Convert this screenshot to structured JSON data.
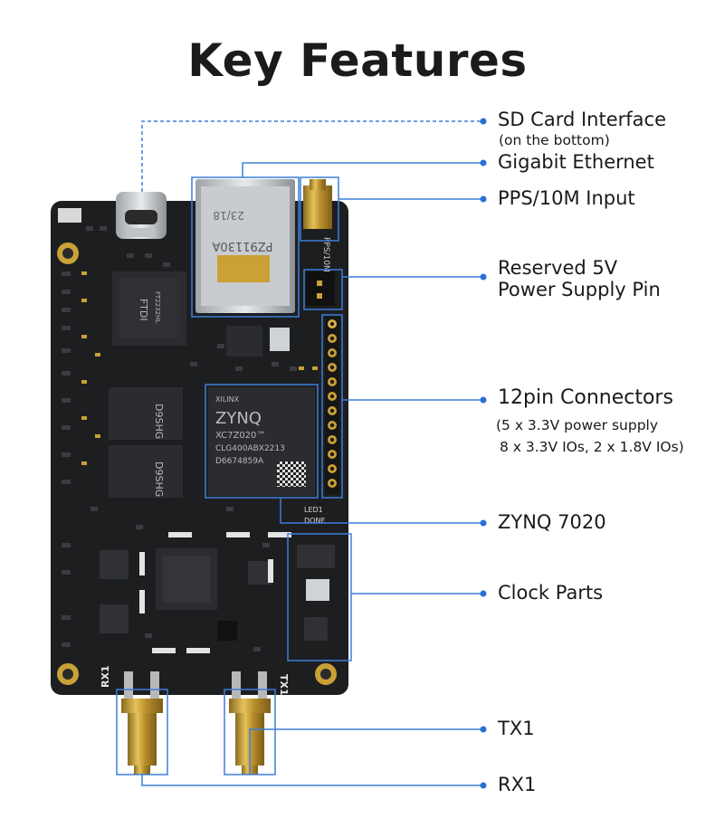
{
  "title": "Key Features",
  "callouts": [
    {
      "id": "sd",
      "label": "SD Card Interface",
      "sub": "(on the bottom)"
    },
    {
      "id": "eth",
      "label": "Gigabit Ethernet"
    },
    {
      "id": "pps",
      "label": "PPS/10M Input"
    },
    {
      "id": "pwr",
      "label1": "Reserved 5V",
      "label2": "Power Supply Pin"
    },
    {
      "id": "conn",
      "label": "12pin Connectors",
      "sub1": "(5 x 3.3V power supply",
      "sub2": "8 x 3.3V IOs, 2 x 1.8V IOs)"
    },
    {
      "id": "zynq",
      "label": "ZYNQ 7020"
    },
    {
      "id": "clk",
      "label": "Clock Parts"
    },
    {
      "id": "tx",
      "label": "TX1"
    },
    {
      "id": "rx",
      "label": "RX1"
    }
  ],
  "board_text": {
    "zynq_brand": "XILINX",
    "zynq_name": "ZYNQ",
    "zynq_part": "XC7Z020™",
    "zynq_pkg": "CLG400ABX2213",
    "zynq_lot": "D6674859A",
    "eth_line1": "23/18",
    "eth_line2": "PZ91130A",
    "ftdi": "FTDI",
    "ftdi_part": "FT2232HL",
    "ram1": "D9SHG",
    "ram2": "D9SHG",
    "silk_rx": "RX1",
    "silk_tx": "TX1",
    "silk_led": "LED1",
    "silk_done": "DONE",
    "silk_pps": "PPS/10M"
  },
  "colors": {
    "board": "#1d1e20",
    "gold": "#c9a137",
    "line": "#3d7fd9",
    "dot": "#2a6fd6",
    "chip": "#2a2c2f"
  }
}
